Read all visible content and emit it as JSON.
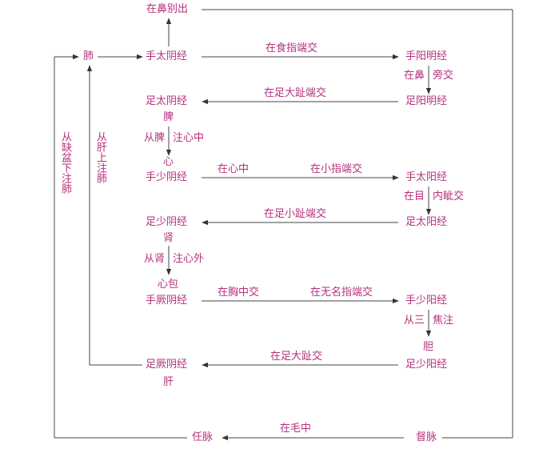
{
  "colors": {
    "text": "#b5327d",
    "line": "#444444"
  },
  "nodes": {
    "nose_out": "在鼻别出",
    "lung": "肺",
    "hand_taiyin": "手太阴经",
    "hand_yangming": "手阳明经",
    "foot_yangming": "足阳明经",
    "foot_taiyin": "足太阴经",
    "spleen": "脾",
    "heart": "心",
    "hand_shaoyin": "手少阴经",
    "hand_taiyang": "手太阳经",
    "foot_taiyang": "足太阳经",
    "foot_shaoyin": "足少阴经",
    "kidney": "肾",
    "pericardium": "心包",
    "hand_jueyin": "手厥阴经",
    "hand_shaoyang": "手少阳经",
    "gallbladder": "胆",
    "foot_shaoyang": "足少阳经",
    "foot_jueyin": "足厥阴经",
    "liver": "肝",
    "ren": "任脉",
    "du": "督脉"
  },
  "edges": {
    "index_finger": "在食指端交",
    "nose_left": "在鼻",
    "nose_right": "旁交",
    "big_toe_tip": "在足大趾端交",
    "from_spleen": "从脾",
    "into_heart": "注心中",
    "in_heart": "在心中",
    "little_finger": "在小指端交",
    "eye_left": "在目",
    "eye_right": "内眦交",
    "little_toe": "在足小趾端交",
    "from_kidney": "从肾",
    "outside_heart": "注心外",
    "in_chest": "在胸中交",
    "ring_finger": "在无名指端交",
    "sanjiao_left": "从三",
    "sanjiao_right": "焦注",
    "big_toe": "在足大趾交",
    "in_hair": "在毛中",
    "from_quepen": "从缺盆下注肺",
    "from_liver": "从肝上注肺"
  }
}
